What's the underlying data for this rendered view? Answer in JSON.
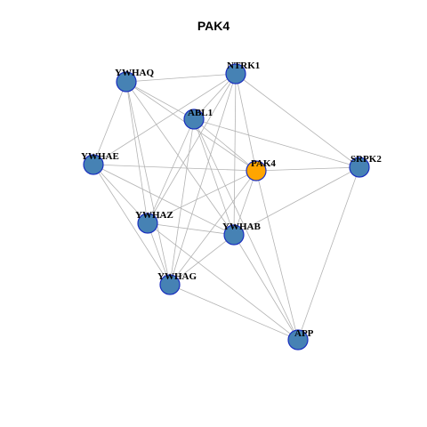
{
  "title": "PAK4",
  "colors": {
    "node_default": "#4682b4",
    "node_focus": "#ffa500",
    "node_border": "#1a2fbf",
    "edge": "#b3b3b3"
  },
  "nodes": [
    {
      "id": "YWHAQ",
      "label": "YWHAQ",
      "focus": false
    },
    {
      "id": "NTRK1",
      "label": "NTRK1",
      "focus": false
    },
    {
      "id": "ABL1",
      "label": "ABL1",
      "focus": false
    },
    {
      "id": "YWHAE",
      "label": "YWHAE",
      "focus": false
    },
    {
      "id": "PAK4",
      "label": "PAK4",
      "focus": true
    },
    {
      "id": "SRPK2",
      "label": "SRPK2",
      "focus": false
    },
    {
      "id": "YWHAZ",
      "label": "YWHAZ",
      "focus": false
    },
    {
      "id": "YWHAB",
      "label": "YWHAB",
      "focus": false
    },
    {
      "id": "YWHAG",
      "label": "YWHAG",
      "focus": false
    },
    {
      "id": "APP",
      "label": "APP",
      "focus": false
    }
  ],
  "edges": [
    [
      "YWHAQ",
      "NTRK1"
    ],
    [
      "YWHAQ",
      "ABL1"
    ],
    [
      "YWHAQ",
      "PAK4"
    ],
    [
      "YWHAQ",
      "YWHAE"
    ],
    [
      "YWHAQ",
      "YWHAZ"
    ],
    [
      "YWHAQ",
      "YWHAB"
    ],
    [
      "YWHAQ",
      "YWHAG"
    ],
    [
      "NTRK1",
      "ABL1"
    ],
    [
      "NTRK1",
      "YWHAE"
    ],
    [
      "NTRK1",
      "PAK4"
    ],
    [
      "NTRK1",
      "SRPK2"
    ],
    [
      "NTRK1",
      "YWHAZ"
    ],
    [
      "NTRK1",
      "YWHAB"
    ],
    [
      "NTRK1",
      "YWHAG"
    ],
    [
      "ABL1",
      "PAK4"
    ],
    [
      "ABL1",
      "SRPK2"
    ],
    [
      "ABL1",
      "YWHAZ"
    ],
    [
      "ABL1",
      "YWHAB"
    ],
    [
      "ABL1",
      "YWHAG"
    ],
    [
      "ABL1",
      "APP"
    ],
    [
      "YWHAE",
      "PAK4"
    ],
    [
      "YWHAE",
      "YWHAZ"
    ],
    [
      "YWHAE",
      "YWHAB"
    ],
    [
      "YWHAE",
      "YWHAG"
    ],
    [
      "PAK4",
      "SRPK2"
    ],
    [
      "PAK4",
      "YWHAZ"
    ],
    [
      "PAK4",
      "YWHAB"
    ],
    [
      "PAK4",
      "YWHAG"
    ],
    [
      "PAK4",
      "APP"
    ],
    [
      "SRPK2",
      "YWHAB"
    ],
    [
      "SRPK2",
      "APP"
    ],
    [
      "YWHAZ",
      "YWHAB"
    ],
    [
      "YWHAZ",
      "YWHAG"
    ],
    [
      "YWHAZ",
      "APP"
    ],
    [
      "YWHAB",
      "YWHAG"
    ],
    [
      "YWHAB",
      "APP"
    ],
    [
      "YWHAG",
      "APP"
    ]
  ]
}
